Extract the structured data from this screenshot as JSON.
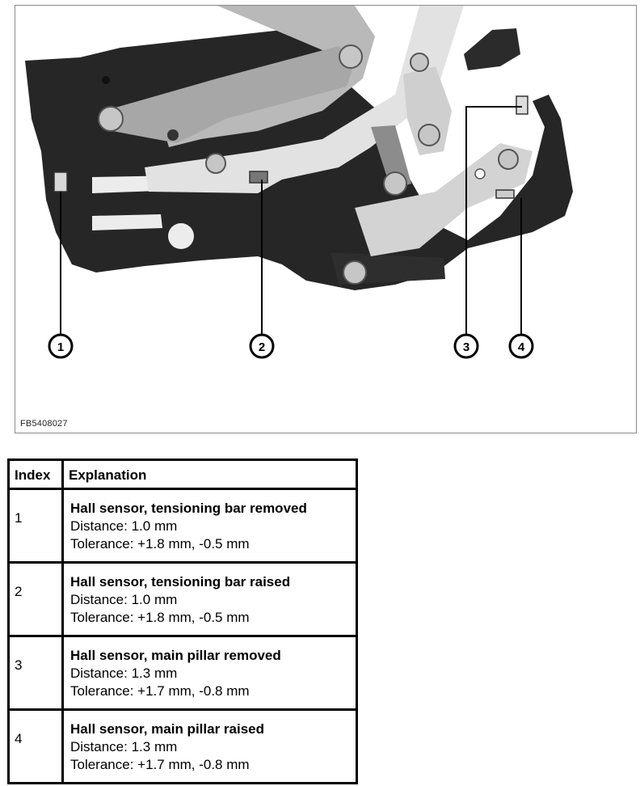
{
  "figure": {
    "code": "FB5408027",
    "callouts": [
      "1",
      "2",
      "3",
      "4"
    ]
  },
  "legend": {
    "headers": {
      "index": "Index",
      "explanation": "Explanation"
    },
    "rows": [
      {
        "index": "1",
        "title": "Hall sensor, tensioning bar removed",
        "distance": "Distance: 1.0 mm",
        "tolerance": "Tolerance: +1.8 mm, -0.5 mm"
      },
      {
        "index": "2",
        "title": "Hall sensor, tensioning bar raised",
        "distance": "Distance: 1.0 mm",
        "tolerance": "Tolerance: +1.8 mm, -0.5 mm"
      },
      {
        "index": "3",
        "title": "Hall sensor, main pillar removed",
        "distance": "Distance: 1.3 mm",
        "tolerance": "Tolerance: +1.7 mm, -0.8 mm"
      },
      {
        "index": "4",
        "title": "Hall sensor, main pillar raised",
        "distance": "Distance: 1.3 mm",
        "tolerance": "Tolerance: +1.7 mm, -0.8 mm"
      }
    ]
  }
}
